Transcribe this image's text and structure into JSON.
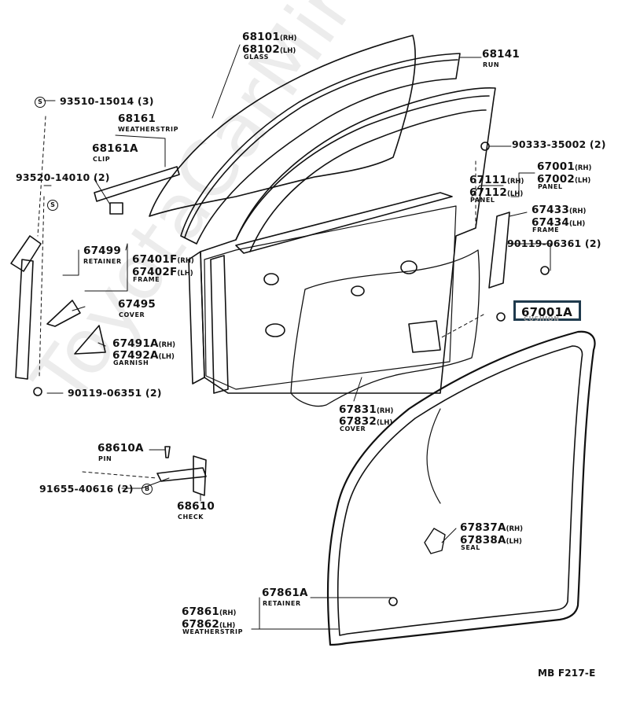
{
  "labels": {
    "glass": {
      "rh": "68101",
      "rh_suf": "(RH)",
      "lh": "68102",
      "lh_suf": "(LH)",
      "name": "GLASS"
    },
    "run": {
      "num": "68141",
      "name": "RUN"
    },
    "screw_93510": "93510-15014 (3)",
    "weatherstrip_68161": {
      "num": "68161",
      "name": "WEATHERSTRIP"
    },
    "clip_68161a": {
      "num": "68161A",
      "name": "CLIP"
    },
    "screw_93520": "93520-14010 (2)",
    "cushion_90333": "90333-35002 (2)",
    "panel_67001": {
      "rh": "67001",
      "rh_suf": "(RH)",
      "lh": "67002",
      "lh_suf": "(LH)",
      "name": "PANEL"
    },
    "panel_67111": {
      "rh": "67111",
      "rh_suf": "(RH)",
      "lh": "67112",
      "lh_suf": "(LH)",
      "name": "PANEL"
    },
    "frame_67433": {
      "rh": "67433",
      "rh_suf": "(RH)",
      "lh": "67434",
      "lh_suf": "(LH)",
      "name": "FRAME"
    },
    "bolt_90119_06361": "90119-06361 (2)",
    "retainer_67499": {
      "num": "67499",
      "name": "RETAINER"
    },
    "frame_67401": {
      "rh": "67401F",
      "rh_suf": "(RH)",
      "lh": "67402F",
      "lh_suf": "(LH)",
      "name": "FRAME"
    },
    "cover_67495": {
      "num": "67495",
      "name": "COVER"
    },
    "garnish_67491": {
      "rh": "67491A",
      "rh_suf": "(RH)",
      "lh": "67492A",
      "lh_suf": "(LH)",
      "name": "GARNISH"
    },
    "cushion_67001a": {
      "num": "67001A",
      "name": "CUSHION"
    },
    "bolt_90119_06351": "90119-06351 (2)",
    "cover_67831": {
      "rh": "67831",
      "rh_suf": "(RH)",
      "lh": "67832",
      "lh_suf": "(LH)",
      "name": "COVER"
    },
    "pin_68610a": {
      "num": "68610A",
      "name": "PIN"
    },
    "bolt_91655": "91655-40616 (2)",
    "check_68610": {
      "num": "68610",
      "name": "CHECK"
    },
    "seal_67837": {
      "rh": "67837A",
      "rh_suf": "(RH)",
      "lh": "67838A",
      "lh_suf": "(LH)",
      "name": "SEAL"
    },
    "retainer_67861a": {
      "num": "67861A",
      "name": "RETAINER"
    },
    "weatherstrip_67861": {
      "rh": "67861",
      "rh_suf": "(RH)",
      "lh": "67862",
      "lh_suf": "(LH)",
      "name": "WEATHERSTRIP"
    },
    "symbol_s": "S",
    "symbol_b": "B",
    "drawing_code": "MB F217-E",
    "watermark": "ToyotaCarMiru"
  },
  "colors": {
    "line": "#111111",
    "highlight_border": "#1f3a4d"
  }
}
